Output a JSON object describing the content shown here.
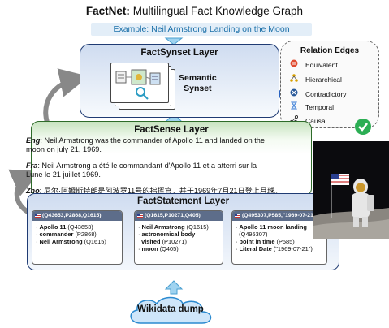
{
  "title": {
    "bold": "FactNet:",
    "rest": "Multilingual Fact Knowledge Graph"
  },
  "example": "Example: Neil Armstrong Landing on the Moon",
  "synset": {
    "header": "FactSynset Layer",
    "label_line1": "Semantic",
    "label_line2": "Synset"
  },
  "relations": {
    "header": "Relation Edges",
    "items": [
      {
        "label": "Equivalent",
        "icon": "equals-circle-icon",
        "color": "#e04b2f"
      },
      {
        "label": "Hierarchical",
        "icon": "hierarchy-icon",
        "color": "#d8a000"
      },
      {
        "label": "Contradictory",
        "icon": "cross-circle-icon",
        "color": "#2a5a9a"
      },
      {
        "label": "Temporal",
        "icon": "hourglass-icon",
        "color": "#3a7bd5"
      },
      {
        "label": "Causal",
        "icon": "causal-nodes-icon",
        "color": "#333333"
      }
    ]
  },
  "sense": {
    "header": "FactSense Layer",
    "sentences": [
      {
        "lang": "Eng",
        "text": "Neil Armstrong was the commander of Apollo 11 and landed on the",
        "text2": "moon on july 21, 1969."
      },
      {
        "lang": "Fra",
        "text": "Neil Armstrong a été le commandant d'Apollo 11 et a atterri sur la",
        "text2": "Lune le 21 juillet 1969."
      },
      {
        "lang": "Zho",
        "text": "尼尔·阿姆斯特朗是阿波罗11号的指挥官，并于1969年7月21日登上月球。",
        "text2": ""
      }
    ]
  },
  "statement": {
    "header": "FactStatement Layer",
    "boxes": [
      {
        "id": "(Q43653,P2868,Q1615)",
        "lines": [
          [
            "Apollo 11",
            " (Q43653)"
          ],
          [
            "commander",
            " (P2868)"
          ],
          [
            "Neil Armstrong",
            " (Q1615)"
          ]
        ]
      },
      {
        "id": "(Q1615,P10271,Q405)",
        "lines": [
          [
            "Neil Armstrong",
            " (Q1615)"
          ],
          [
            "astronomical body",
            ""
          ],
          [
            "visited",
            " (P10271)"
          ],
          [
            "moon",
            " (Q405)"
          ]
        ]
      },
      {
        "id": "(Q495307,P585,\"1969-07-21\")",
        "lines": [
          [
            "Apollo 11 moon landing",
            ""
          ],
          [
            "",
            "(Q495307)"
          ],
          [
            "point in time",
            " (P585)"
          ],
          [
            "Literal Date",
            " (\"1969-07-21\")"
          ]
        ]
      }
    ]
  },
  "source": "Wikidata dump"
}
